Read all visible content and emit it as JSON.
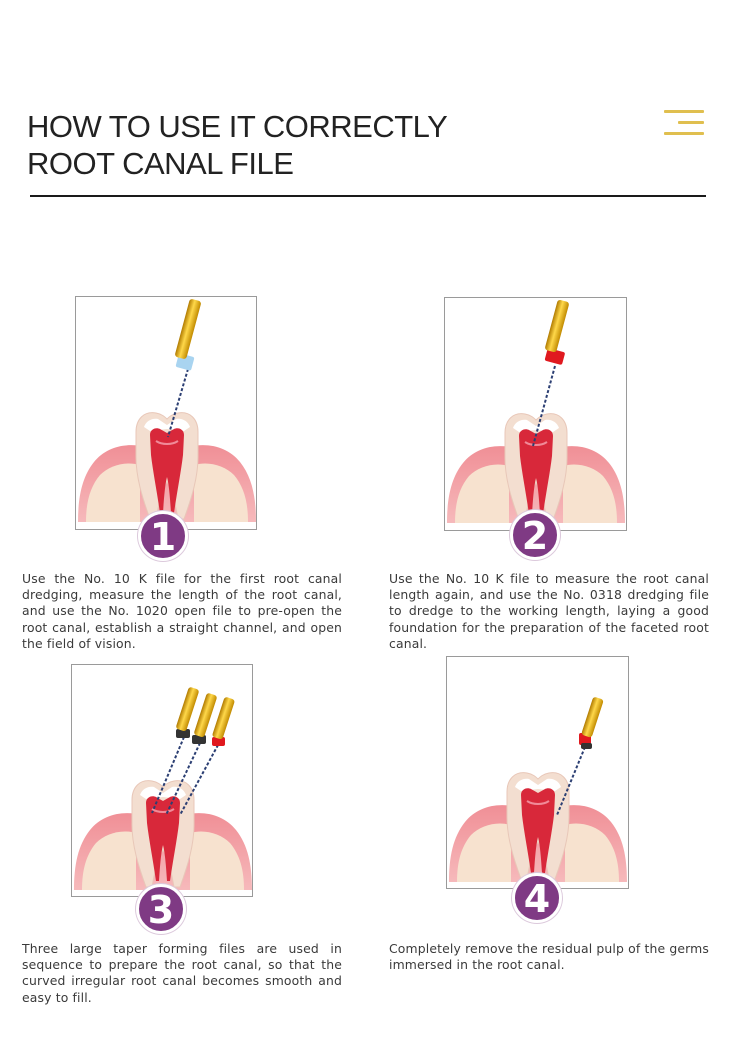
{
  "header": {
    "title_line1": "HOW TO USE IT CORRECTLY",
    "title_line2": "ROOT CANAL FILE",
    "icon": "menu-icon",
    "accent_color": "#e0bf4f"
  },
  "steps": [
    {
      "number": "1",
      "text": "Use the No. 10 K file for the first root canal dredging, measure the length of the root canal, and use the No. 1020 open file to pre-open the root canal, establish a straight channel, and open the field of vision."
    },
    {
      "number": "2",
      "text": "Use the No. 10 K file to measure the root canal length again, and use the No. 0318 dredging file to dredge to the working length, laying a good foundation for the preparation of the faceted root canal."
    },
    {
      "number": "3",
      "text": "Three large taper forming files are used in sequence to prepare the root canal, so that the curved irregular root canal becomes smooth and easy to fill."
    },
    {
      "number": "4",
      "text": "Completely remove the residual pulp of the germs immersed in the root canal."
    }
  ],
  "colors": {
    "badge": "#7f3a84",
    "gum": "#f2a9ac",
    "pulp": "#d8283a",
    "file_handle": "#e2b01c"
  }
}
